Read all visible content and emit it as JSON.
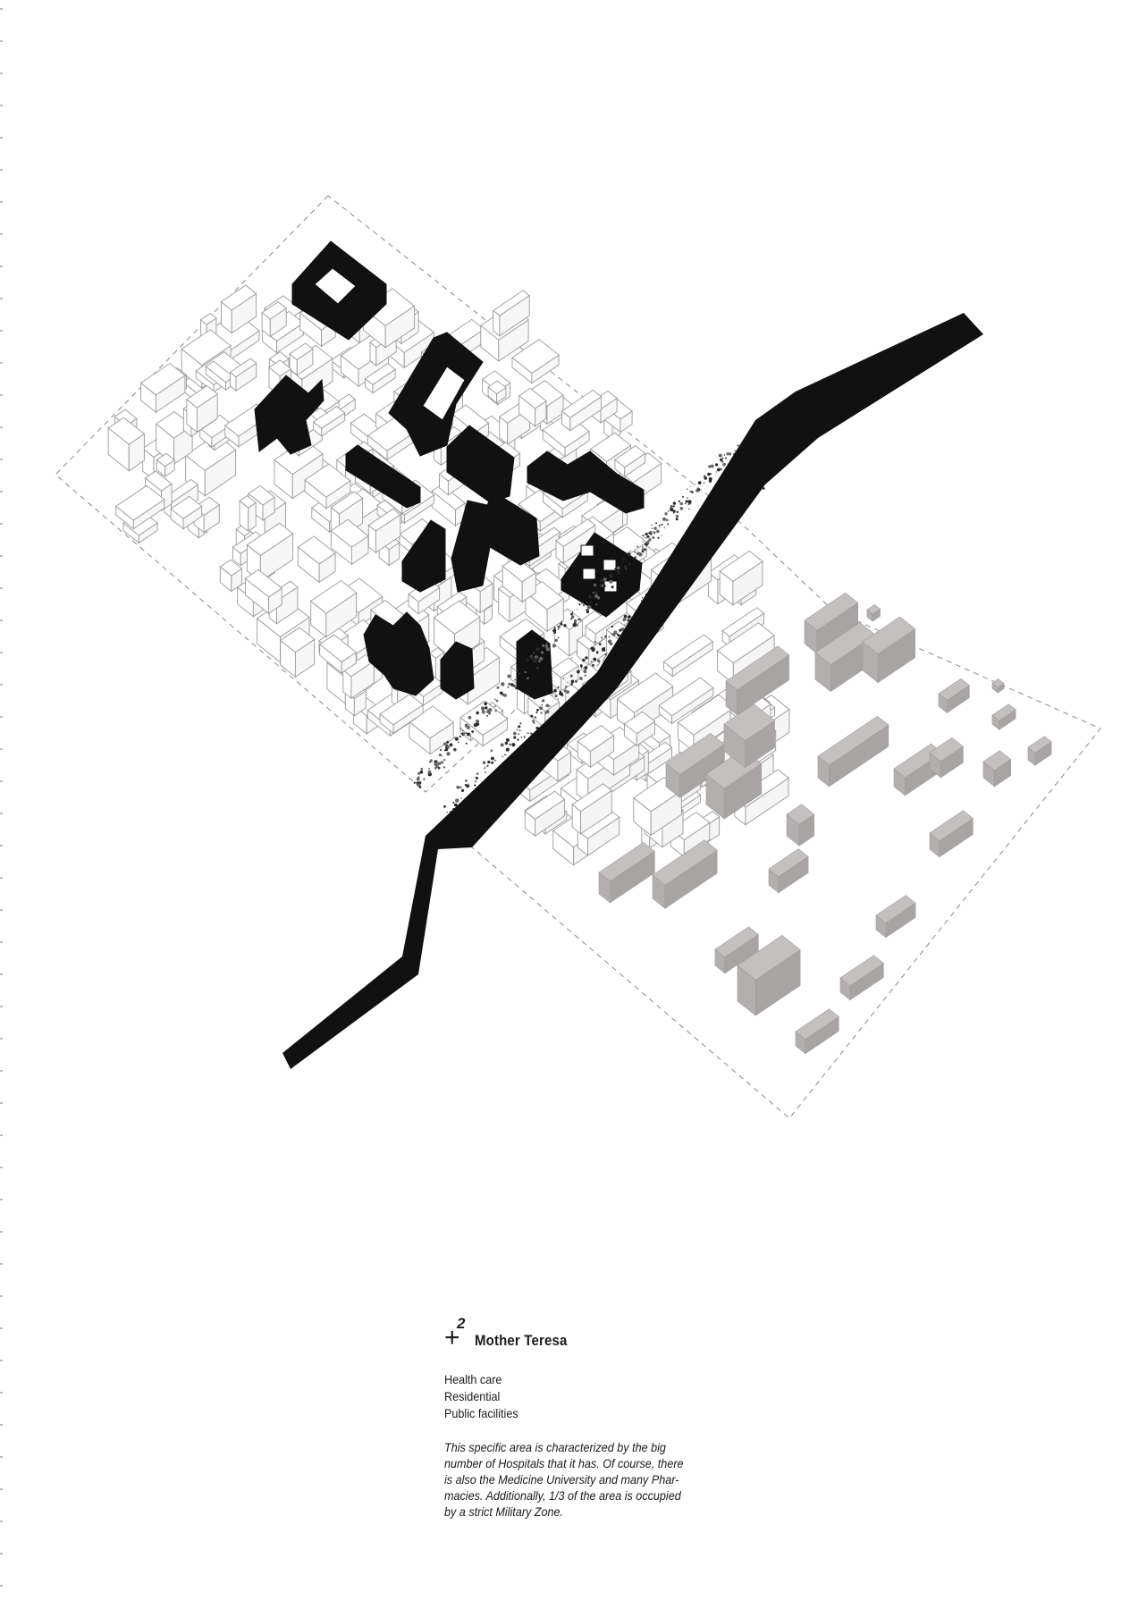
{
  "caption": {
    "plus_symbol": "+",
    "number": "2",
    "title": "Mother Teresa",
    "uses": [
      "Health care",
      "Residential",
      "Public facilities"
    ],
    "description_lines": [
      "This specific area is characterized by the big",
      "number of Hospitals that it has. Of course, there",
      "is also the Medicine University and many Phar-",
      "macies. Additionally, 1/3 of the area is occupied",
      "by a strict Military Zone."
    ]
  },
  "colors": {
    "background": "#ffffff",
    "black_buildings": "#111111",
    "white_buildings_stroke": "#9a9a9a",
    "grey_buildings": "#b8b4b4",
    "boundary_dash": "#8a8a8a"
  }
}
